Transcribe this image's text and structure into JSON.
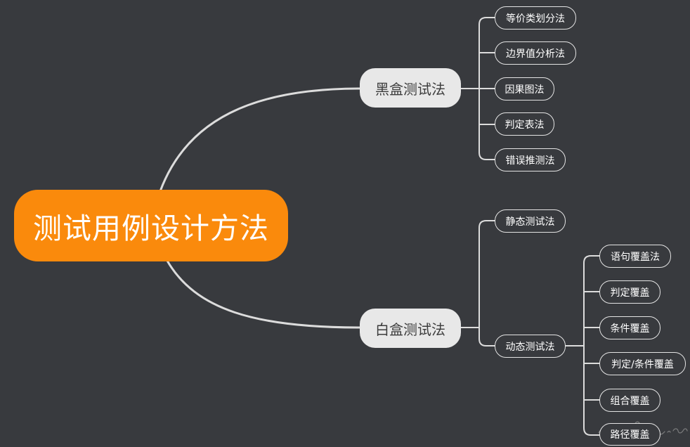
{
  "colors": {
    "background": "#383a3e",
    "root_fill": "#fa8a0c",
    "root_text": "#ffffff",
    "branch_fill": "#e8e8e8",
    "branch_text": "#3c3c3c",
    "leaf_border": "#e4e4e4",
    "leaf_text": "#ffffff",
    "line": "#dcdcdc"
  },
  "root": {
    "label": "测试用例设计方法"
  },
  "branches": {
    "black_box": {
      "label": "黑盒测试法",
      "children": [
        "等价类划分法",
        "边界值分析法",
        "因果图法",
        "判定表法",
        "错误推测法"
      ]
    },
    "white_box": {
      "label": "白盒测试法",
      "static": {
        "label": "静态测试法"
      },
      "dynamic": {
        "label": "动态测试法",
        "children": [
          "语句覆盖法",
          "判定覆盖",
          "条件覆盖",
          "判定/条件覆盖",
          "组合覆盖",
          "路径覆盖"
        ]
      }
    }
  }
}
